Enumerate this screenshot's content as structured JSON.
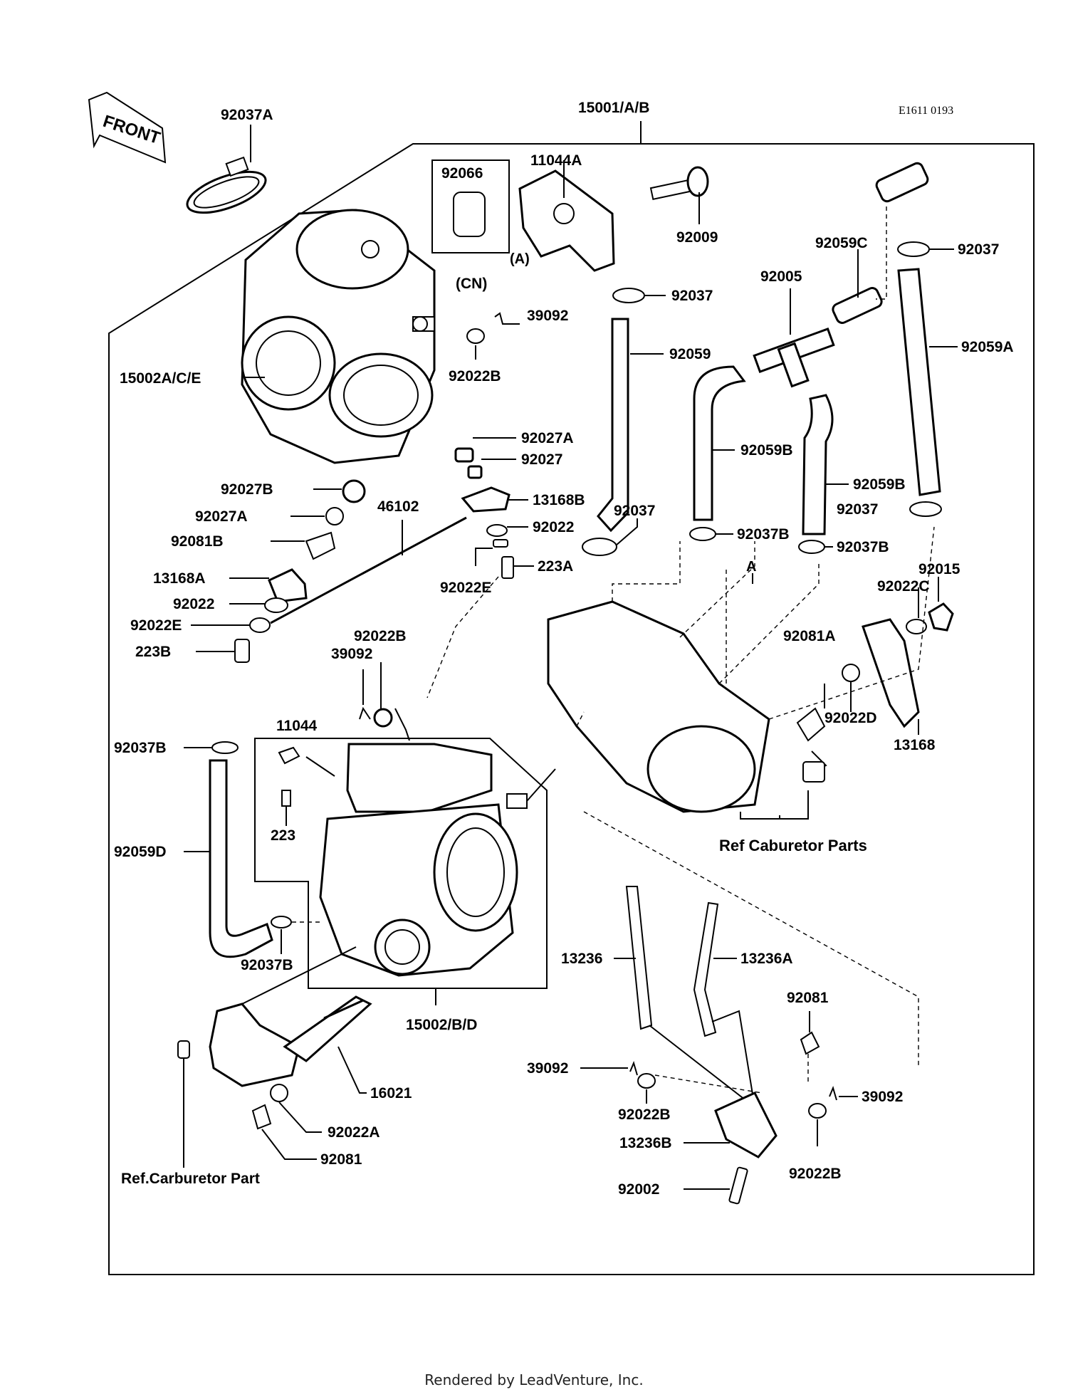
{
  "top_code": "E1611 0193",
  "front_label": "FRONT",
  "footer": "Rendered by LeadVenture, Inc.",
  "labels": {
    "l15001": "15001/A/B",
    "l92037A": "92037A",
    "l92066": "92066",
    "lCN": "(CN)",
    "l11044A": "11044A",
    "lA1": "(A)",
    "l92009": "92009",
    "l92059C": "92059C",
    "l92037_1": "92037",
    "l92005": "92005",
    "l92037_2": "92037",
    "l39092_1": "39092",
    "l92022B_1": "92022B",
    "l92059": "92059",
    "l92059A": "92059A",
    "l15002ACE": "15002A/C/E",
    "l92027A_1": "92027A",
    "l92027": "92027",
    "l92059B_1": "92059B",
    "l92059B_2": "92059B",
    "l92027B": "92027B",
    "l13168B": "13168B",
    "l92027A_2": "92027A",
    "l46102": "46102",
    "l92037_3": "92037",
    "l92037_4": "92037",
    "l92022_1": "92022",
    "l92081B": "92081B",
    "l92037B_1": "92037B",
    "l92037B_2": "92037B",
    "l223A": "223A",
    "l13168A": "13168A",
    "l92022E_1": "92022E",
    "lA2": "A",
    "l92015": "92015",
    "l92022C": "92022C",
    "l92022_2": "92022",
    "l92022E_2": "92022E",
    "l92081A": "92081A",
    "l223B": "223B",
    "l92022B_2": "92022B",
    "l39092_2": "39092",
    "l92022D": "92022D",
    "l13168": "13168",
    "l11044": "11044",
    "l92037B_3": "92037B",
    "l223": "223",
    "lRefParts": "Ref Caburetor Parts",
    "l92059D": "92059D",
    "l13236": "13236",
    "l13236A": "13236A",
    "l92037B_4": "92037B",
    "l92081_1": "92081",
    "l15002BD": "15002/B/D",
    "l39092_3": "39092",
    "l16021": "16021",
    "l39092_4": "39092",
    "l92022B_3": "92022B",
    "l92022A": "92022A",
    "l13236B": "13236B",
    "l92081_2": "92081",
    "l92022B_4": "92022B",
    "lRefPart": "Ref.Carburetor Part",
    "l92002": "92002"
  }
}
